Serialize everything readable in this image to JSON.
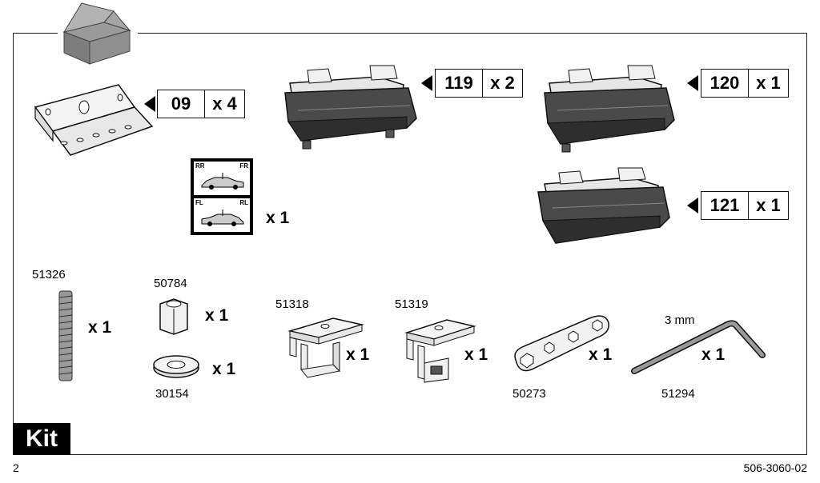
{
  "labels": {
    "p09": {
      "code": "09",
      "qty": "x 4"
    },
    "p119": {
      "code": "119",
      "qty": "x 2"
    },
    "p120": {
      "code": "120",
      "qty": "x 1"
    },
    "p121": {
      "code": "121",
      "qty": "x 1"
    }
  },
  "sticker": {
    "rr": "RR",
    "fr": "FR",
    "fl": "FL",
    "rl": "RL",
    "qty": "x 1"
  },
  "parts": {
    "p51326": {
      "pn": "51326",
      "qty": "x 1"
    },
    "p50784": {
      "pn": "50784",
      "qty": "x 1"
    },
    "p30154": {
      "pn": "30154",
      "qty": "x 1"
    },
    "p51318": {
      "pn": "51318",
      "qty": "x 1"
    },
    "p51319": {
      "pn": "51319",
      "qty": "x 1"
    },
    "p50273": {
      "pn": "50273",
      "qty": "x 1"
    },
    "p51294": {
      "pn": "51294",
      "qty": "x 1",
      "size": "3 mm"
    }
  },
  "kit_label": "Kit",
  "page_number": "2",
  "doc_code": "506-3060-02"
}
